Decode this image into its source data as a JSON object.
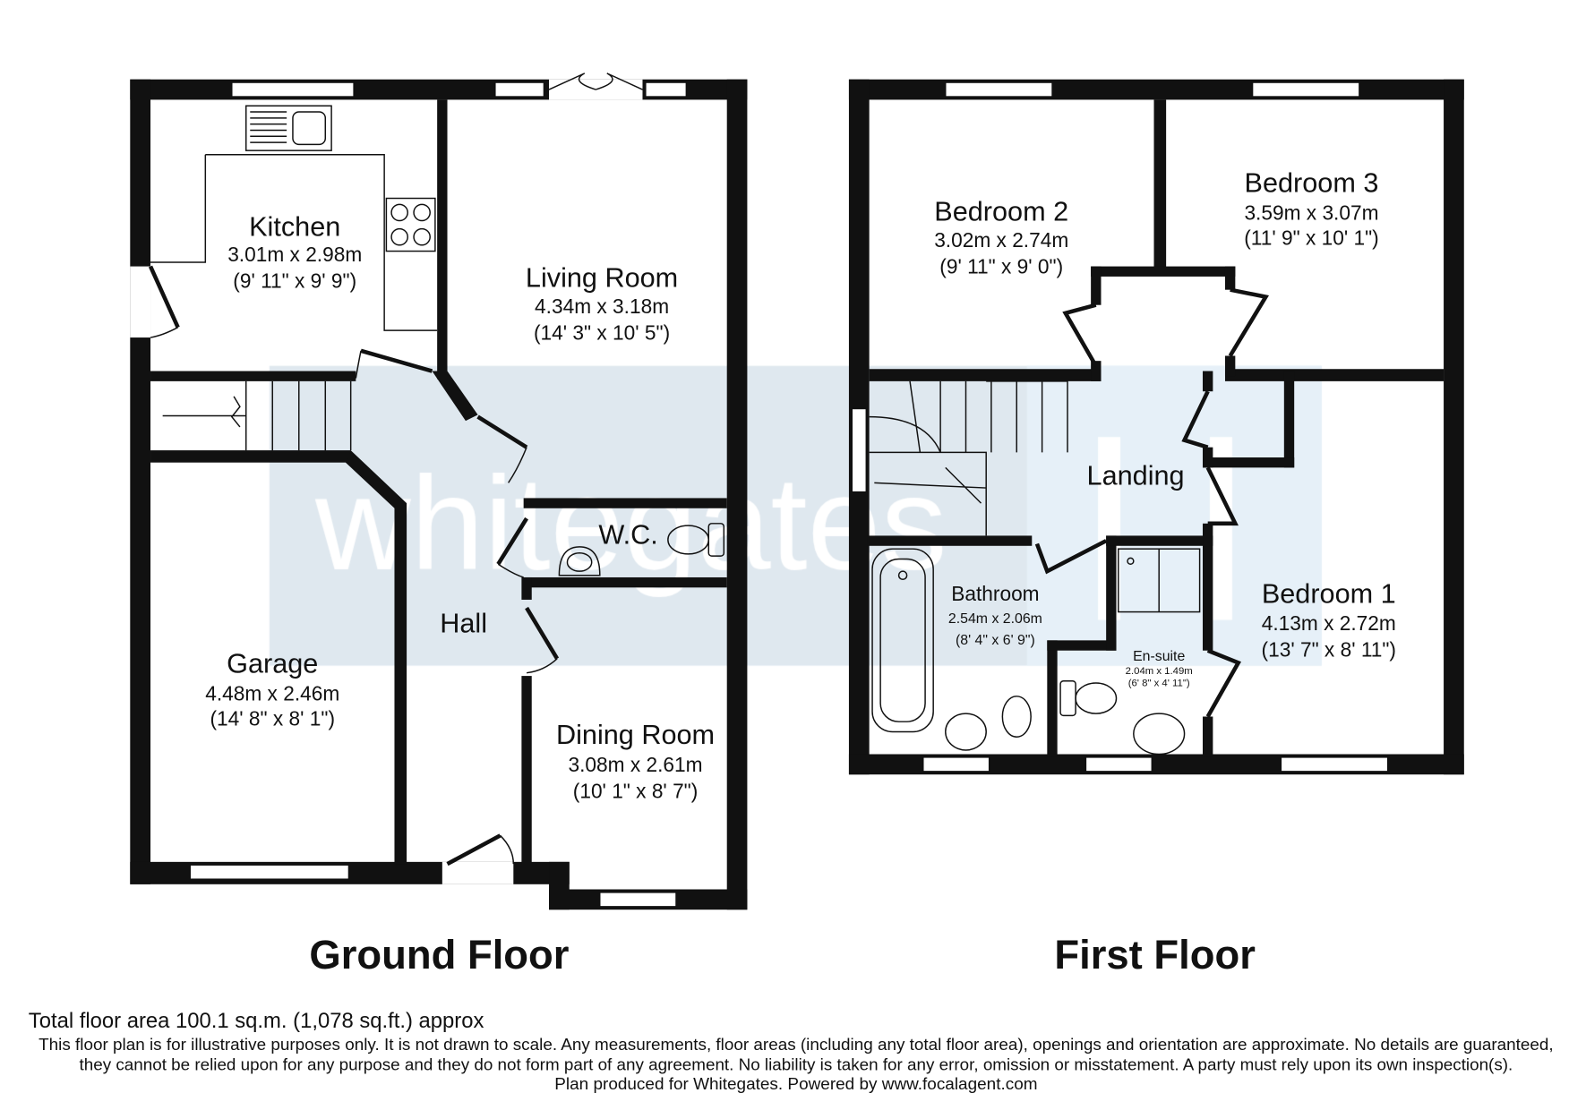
{
  "watermark": {
    "brand": "whitegates",
    "color": "#dfe8ef"
  },
  "ground_floor": {
    "title": "Ground Floor",
    "rooms": [
      {
        "name": "Kitchen",
        "metric": "3.01m x 2.98m",
        "imperial": "(9' 11\" x 9' 9\")"
      },
      {
        "name": "Living Room",
        "metric": "4.34m x 3.18m",
        "imperial": "(14' 3\" x 10' 5\")"
      },
      {
        "name": "W.C."
      },
      {
        "name": "Hall"
      },
      {
        "name": "Garage",
        "metric": "4.48m x 2.46m",
        "imperial": "(14' 8\" x 8' 1\")"
      },
      {
        "name": "Dining Room",
        "metric": "3.08m x 2.61m",
        "imperial": "(10' 1\" x 8' 7\")"
      }
    ]
  },
  "first_floor": {
    "title": "First Floor",
    "rooms": [
      {
        "name": "Bedroom 2",
        "metric": "3.02m x 2.74m",
        "imperial": "(9' 11\" x 9' 0\")"
      },
      {
        "name": "Bedroom 3",
        "metric": "3.59m x 3.07m",
        "imperial": "(11' 9\" x 10' 1\")"
      },
      {
        "name": "Landing"
      },
      {
        "name": "Bathroom",
        "metric": "2.54m x 2.06m",
        "imperial": "(8' 4\" x 6' 9\")"
      },
      {
        "name": "En-suite",
        "metric": "2.04m x 1.49m",
        "imperial": "(6' 8\" x 4' 11\")"
      },
      {
        "name": "Bedroom 1",
        "metric": "4.13m x 2.72m",
        "imperial": "(13' 7\" x 8' 11\")"
      }
    ]
  },
  "footer": {
    "total_area": "Total floor area 100.1 sq.m. (1,078 sq.ft.) approx",
    "disclaimer": [
      "This floor plan is for illustrative purposes only. It is not drawn to scale. Any measurements, floor areas (including any total floor area), openings and orientation are approximate. No details are guaranteed,",
      "they cannot be relied upon for any purpose and they do not form part of any agreement. No liability is taken for any error, omission or misstatement. A party must rely upon its own inspection(s).",
      "Plan produced for Whitegates. Powered by www.focalagent.com"
    ]
  }
}
